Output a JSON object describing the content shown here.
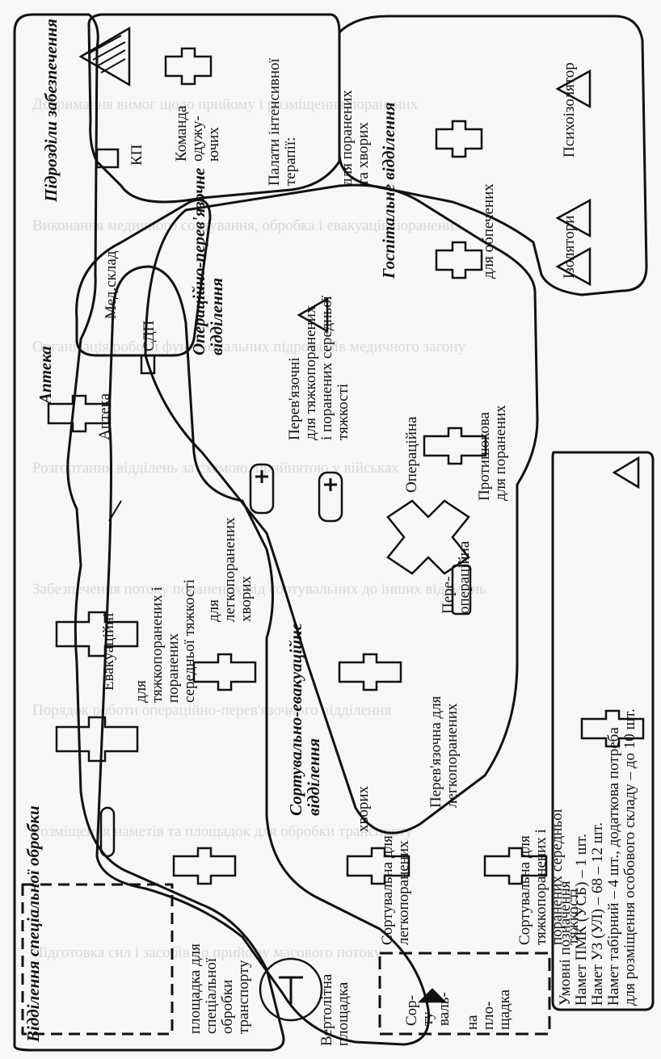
{
  "background_text": {
    "lines": [
      "Дотримання вимог щодо прийому і розміщення поранених",
      "Виконання медичного сортування, обробка і евакуація поранених",
      "Організація роботи функціональних підрозділів медичного загону",
      "Розгортання відділень за схемою, прийнятою у військах",
      "Забезпечення потоку поранених від сортувальних до інших відділень",
      "Порядок роботи операційно-перев'язочного відділення",
      "Розміщення наметів та площадок для обробки транспорту",
      "Підготовка сил і засобів до прийому масового потоку"
    ]
  },
  "sections": {
    "special_processing": {
      "title": "Відділення спеціальної обробки",
      "platform_label": [
        "площадка для",
        "спеціальної",
        "обробки",
        "транспорту"
      ]
    },
    "helipad": {
      "label": [
        "Вертолітна",
        "площадка"
      ]
    },
    "sorting_platform": {
      "label": [
        "Сор-",
        "ту-",
        "валь-",
        "на",
        "пло-",
        "щадка"
      ]
    },
    "sorting_evac": {
      "title": [
        "Сортувально-евакуаційне",
        "відділення"
      ],
      "light_tent": [
        "Сортувальна для",
        "легкопоранених"
      ],
      "heavy_tent": [
        "Сортувальна для",
        "тяжкопоранених і",
        "поранених середньої",
        "тяжкості"
      ],
      "sick": "хворих",
      "light_dressing": [
        "Перев'язочна для",
        "легкопоранених"
      ],
      "evac_group": [
        "Евакуаційні",
        "для",
        "тяжкопоранених і",
        "поранених",
        "середньої тяжкості",
        "для",
        "легкопоранених",
        "хворих"
      ]
    },
    "legend": {
      "title": "Умовні позначення",
      "items": [
        "Намет ПМК (УСБ) – 1 шт.",
        "Намет УЗ (УЛ) – 68 – 12 шт.",
        "Намет табірний – 4 шт., додаткова потреба",
        "для розміщення особового складу – до 10 шт."
      ]
    },
    "operating": {
      "title": [
        "Операційно-перев'язочне",
        "відділення"
      ],
      "dressing_heavy": [
        "Перев'язочні",
        "для тяжкопоранених",
        "і поранених середньої",
        "тяжкості"
      ],
      "preop": [
        "Пере-",
        "операційна"
      ],
      "operating_room": "Операційна",
      "antishock": [
        "Протишокова",
        "для поранених"
      ]
    },
    "pharmacy": {
      "title": "Аптека",
      "pharmacy_label": "Аптека",
      "spd_label": "СДП",
      "med_store": "Мед.склад"
    },
    "hospital": {
      "title": "Госпітальне відділення",
      "icu": [
        "Палати інтенсивної",
        "терапії:"
      ],
      "wounded_sick": [
        "для поранених",
        "та хворих"
      ],
      "burned": "для обпечених",
      "isolators": "Ізолятори",
      "psych": "Психоізолятор"
    },
    "support": {
      "title": "Підрозділи забезпечення",
      "kp": "КП",
      "command": [
        "Команда",
        "одужу-",
        "ючих"
      ]
    }
  }
}
